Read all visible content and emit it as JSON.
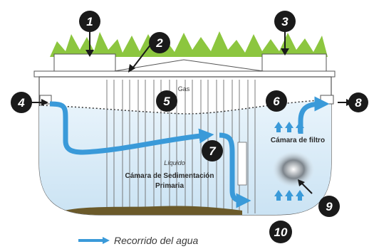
{
  "labels": {
    "gas": "Gas",
    "liquid": "Líquido",
    "chamber_line1": "Cámara de Sedimentación",
    "chamber_line2": "Primaria",
    "filter_chamber": "Cámara de filtro",
    "legend": "Recorrido del agua"
  },
  "markers": [
    "1",
    "2",
    "3",
    "4",
    "5",
    "6",
    "7",
    "8",
    "9",
    "10"
  ],
  "colors": {
    "water_light": "#d9ecf8",
    "water_flow": "#3a9ad9",
    "grass": "#8cc63f",
    "badge": "#1a1a1a",
    "sediment": "#6b5a2a"
  }
}
